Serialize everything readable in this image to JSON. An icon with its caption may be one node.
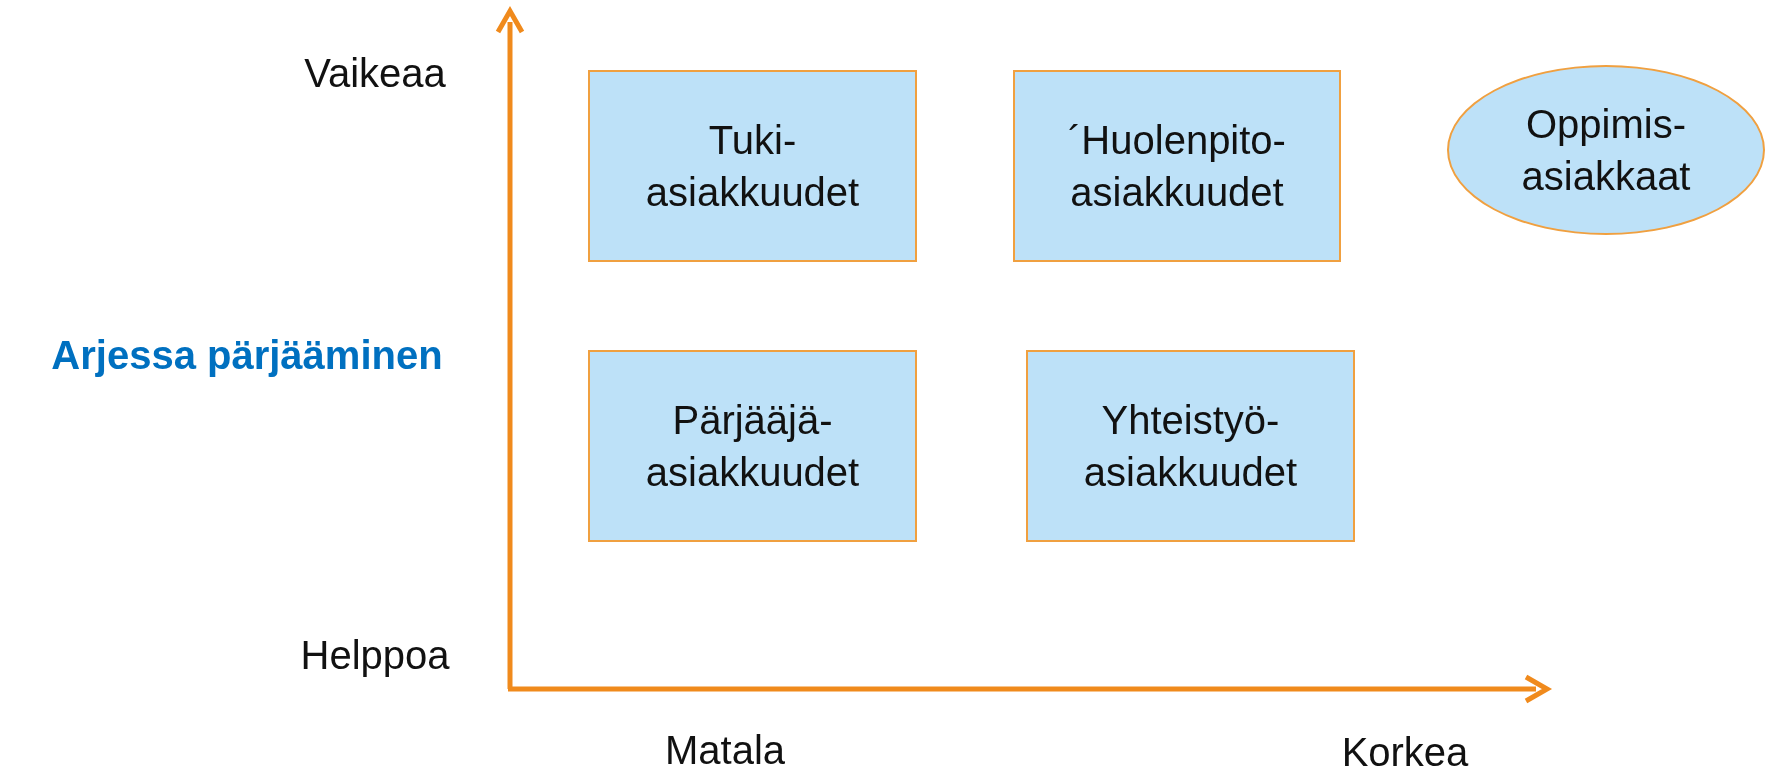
{
  "diagram": {
    "nodes": [
      {
        "text": [
          "Tuki- asiakkuudet"
        ]
      },
      {
        "text": [
          "´Huolenpito- asiakkuudet"
        ]
      },
      {
        "text": [
          "Oppimis- asiakkaat"
        ]
      },
      {
        "text": [
          "Pärjääjä- asiakkuudet"
        ]
      },
      {
        "text": [
          "Yhteistyö- asiakkuudet"
        ]
      }
    ],
    "labels": [
      "Vaikeaa",
      "Arjessa pärjääminen",
      "Helppoa",
      "Matala",
      "Korkea"
    ]
  }
}
